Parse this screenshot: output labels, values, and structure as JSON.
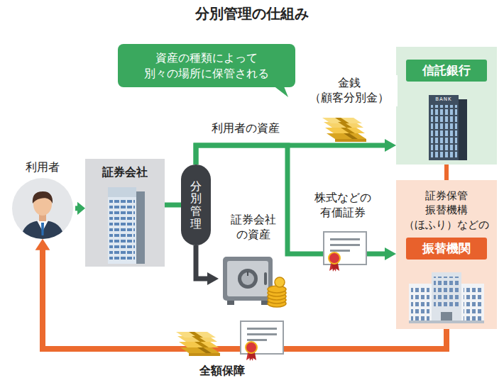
{
  "diagram": {
    "title": "分別管理の仕組み",
    "nodes": [
      {
        "text": [
          "資産の種類によって 別々の場所に保管される"
        ]
      },
      {
        "text": [
          "信託銀行"
        ]
      },
      {
        "text": [
          "利用者"
        ]
      },
      {
        "text": [
          "証券会社"
        ]
      },
      {
        "text": [
          "分別管理"
        ]
      },
      {
        "text": [
          "証券会社 の資産"
        ]
      },
      {
        "text": [
          "証券保管 振替機構 （ほふり）などの",
          "振替機関"
        ]
      }
    ],
    "edges": [
      {
        "from": 2,
        "to": 3,
        "arrow": "to"
      },
      {
        "from": 3,
        "to": 4,
        "arrow": "none"
      },
      {
        "from": 4,
        "to": 1,
        "label": "金銭 （顧客分別金）",
        "arrow": "to"
      },
      {
        "from": 4,
        "to": 6,
        "label": "株式などの 有価証券",
        "arrow": "to"
      },
      {
        "from": 4,
        "to": 5,
        "arrow": "to"
      },
      {
        "from": 6,
        "to": 2,
        "label": "全額保障",
        "arrow": "to"
      },
      {
        "from": 1,
        "to": 6,
        "arrow": "none"
      }
    ],
    "labels": [
      "利用者の資産",
      "BANK"
    ]
  }
}
